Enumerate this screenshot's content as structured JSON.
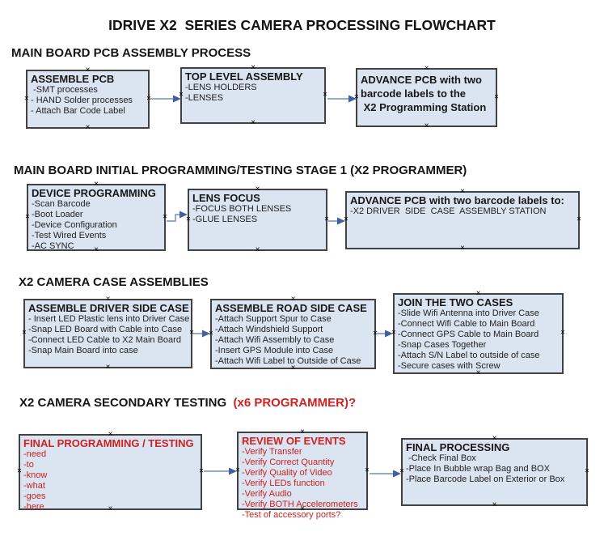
{
  "title": "IDRIVE X2  SERIES CAMERA PROCESSING FLOWCHART",
  "glyphs": {
    "connection_point": "×"
  },
  "colors": {
    "box_fill": "#dbe4f1",
    "box_border": "#424242",
    "red_text": "#cc2222",
    "connector_line": "#94aacd",
    "connector_arrow": "#41609f",
    "background": "#ffffff"
  },
  "sections": [
    {
      "heading": "MAIN BOARD PCB ASSEMBLY PROCESS",
      "boxes": [
        {
          "title": "ASSEMBLE PCB",
          "items": [
            " -SMT processes",
            "- HAND Solder processes",
            "- Attach Bar Code Label"
          ]
        },
        {
          "title": "TOP LEVEL ASSEMBLY",
          "items": [
            "-LENS HOLDERS",
            "-LENSES"
          ]
        },
        {
          "title": "ADVANCE PCB with two\nbarcode labels to the\n X2 Programming Station",
          "items": []
        }
      ]
    },
    {
      "heading": "MAIN BOARD INITIAL PROGRAMMING/TESTING STAGE 1 (X2 PROGRAMMER)",
      "boxes": [
        {
          "title": "DEVICE PROGRAMMING",
          "items": [
            "-Scan Barcode",
            "-Boot Loader",
            "-Device Configuration",
            "-Test Wired Events",
            "-AC SYNC"
          ]
        },
        {
          "title": "LENS FOCUS",
          "items": [
            "-FOCUS BOTH LENSES",
            "-GLUE LENSES"
          ]
        },
        {
          "title": "ADVANCE PCB with two barcode labels to:",
          "items": [
            "-X2 DRIVER  SIDE  CASE  ASSEMBLY STATION"
          ]
        }
      ]
    },
    {
      "heading": "X2 CAMERA CASE ASSEMBLIES",
      "boxes": [
        {
          "title": "ASSEMBLE DRIVER SIDE CASE",
          "items": [
            "- Insert LED Plastic lens into Driver Case",
            "-Snap LED Board with Cable into Case",
            "-Connect LED Cable to X2 Main Board",
            "-Snap Main Board into case"
          ]
        },
        {
          "title": "ASSEMBLE ROAD SIDE CASE",
          "items": [
            "-Attach Support Spur to Case",
            "-Attach Windshield Support",
            "-Attach Wifi Assembly to Case",
            "-Insert GPS Module into Case",
            "-Attach Wifi Label to Outside of Case"
          ]
        },
        {
          "title": "JOIN THE TWO CASES",
          "items": [
            "-Slide Wifi Antenna into Driver Case",
            "-Connect Wifi Cable to Main Board",
            "-Connect GPS Cable to Main Board",
            "-Snap Cases Together",
            "-Attach S/N Label to outside of case",
            "-Secure cases with Screw"
          ]
        }
      ]
    },
    {
      "heading": "X2 CAMERA SECONDARY TESTING  ",
      "heading_red": "(x6 PROGRAMMER)?",
      "boxes": [
        {
          "title": "FINAL PROGRAMMING / TESTING",
          "items": [
            "-need",
            "-to",
            "-know",
            "-what",
            "-goes",
            "-here"
          ]
        },
        {
          "title": "REVIEW OF EVENTS",
          "items": [
            "-Verify Transfer",
            "-Verify Correct Quantity",
            "-Verify Quality of Video",
            "-Verify LEDs function",
            "-Verify Audio",
            "-Verify BOTH Accelerometers",
            "-Test of accessory ports?"
          ]
        },
        {
          "title": "FINAL PROCESSING",
          "items": [
            " -Check Final Box",
            "-Place In Bubble wrap Bag and BOX",
            "-Place Barcode Label on Exterior or Box"
          ]
        }
      ]
    }
  ]
}
